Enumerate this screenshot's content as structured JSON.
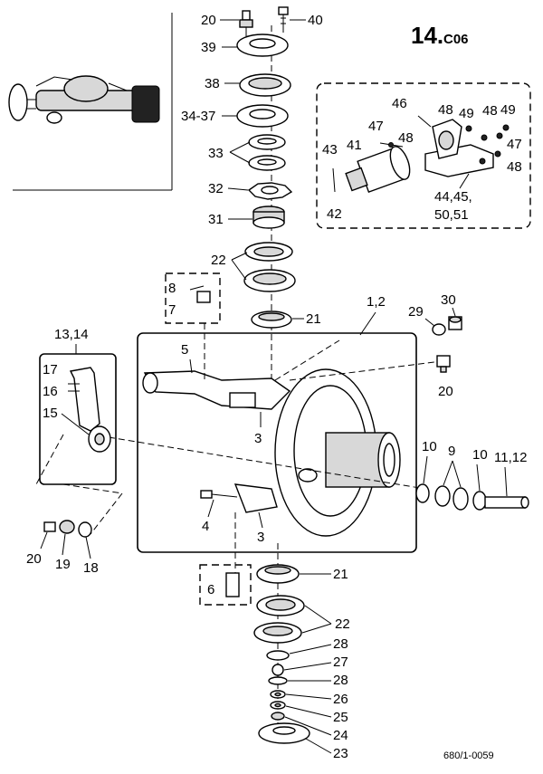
{
  "title": {
    "main": "14.",
    "sub": "C06"
  },
  "reference": "680/1-0059",
  "labels": {
    "l20a": "20",
    "l40": "40",
    "l39": "39",
    "l38": "38",
    "l34_37": "34-37",
    "l33": "33",
    "l32": "32",
    "l31": "31",
    "l22a": "22",
    "l8": "8",
    "l7": "7",
    "l21a": "21",
    "l1_2": "1,2",
    "l29": "29",
    "l30": "30",
    "l13_14": "13,14",
    "l5": "5",
    "l17": "17",
    "l16": "16",
    "l15": "15",
    "l3a": "3",
    "l20b": "20",
    "l10a": "10",
    "l9": "9",
    "l10b": "10",
    "l11_12": "11,12",
    "l4": "4",
    "l3b": "3",
    "l20c": "20",
    "l19": "19",
    "l18": "18",
    "l6": "6",
    "l21b": "21",
    "l22b": "22",
    "l28a": "28",
    "l27": "27",
    "l28b": "28",
    "l26": "26",
    "l25": "25",
    "l24": "24",
    "l23": "23",
    "l46": "46",
    "l48a": "48",
    "l49a": "49",
    "l48b": "48",
    "l49b": "49",
    "l47a": "47",
    "l48c": "48",
    "l43": "43",
    "l41": "41",
    "l47b": "47",
    "l48d": "48",
    "l42": "42",
    "l44_45": "44,45,",
    "l50_51": "50,51"
  }
}
